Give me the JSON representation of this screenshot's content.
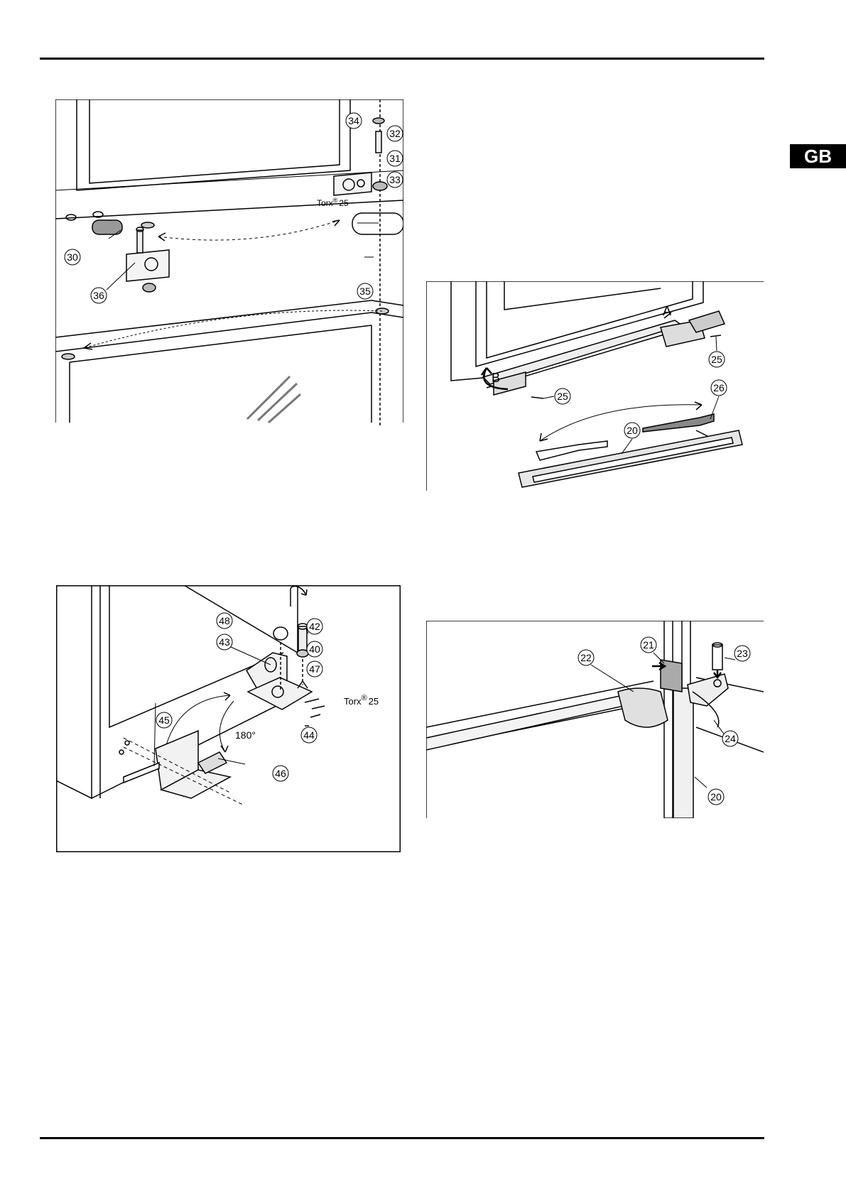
{
  "language_tab": "GB",
  "figures": [
    {
      "callouts": [
        "34",
        "32",
        "31",
        "33",
        "30",
        "36",
        "35"
      ],
      "labels": {
        "torx_prefix": "Torx",
        "torx_reg": "®",
        "torx_size": "25"
      }
    },
    {
      "callouts": [
        "25",
        "25",
        "26",
        "20"
      ],
      "labels": {
        "A": "A",
        "B": "B"
      }
    },
    {
      "callouts": [
        "48",
        "42",
        "43",
        "40",
        "47",
        "45",
        "44",
        "46"
      ],
      "labels": {
        "torx_prefix": "Torx",
        "torx_reg": "®",
        "torx_size": "25",
        "angle": "180°"
      }
    },
    {
      "callouts": [
        "21",
        "22",
        "23",
        "24",
        "20"
      ]
    }
  ]
}
